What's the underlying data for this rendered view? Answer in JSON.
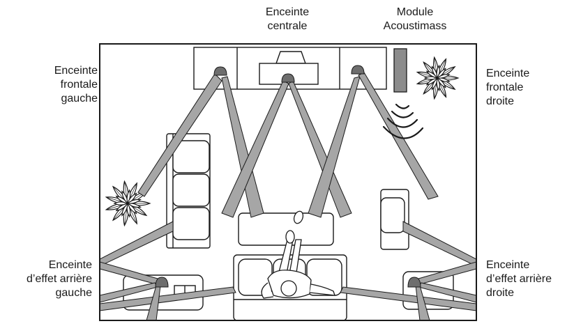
{
  "labels": {
    "center": [
      "Enceinte",
      "centrale"
    ],
    "module": [
      "Module",
      "Acoustimass"
    ],
    "front_left": [
      "Enceinte",
      "frontale",
      "gauche"
    ],
    "front_right": [
      "Enceinte",
      "frontale",
      "droite"
    ],
    "rear_left": [
      "Enceinte",
      "d’effet arrière",
      "gauche"
    ],
    "rear_right": [
      "Enceinte",
      "d’effet arrière",
      "droite"
    ]
  },
  "colors": {
    "beam": "#a6a6a6",
    "speaker": "#6e6e6e",
    "module": "#8c8c8c",
    "line": "#1a1a1a"
  }
}
